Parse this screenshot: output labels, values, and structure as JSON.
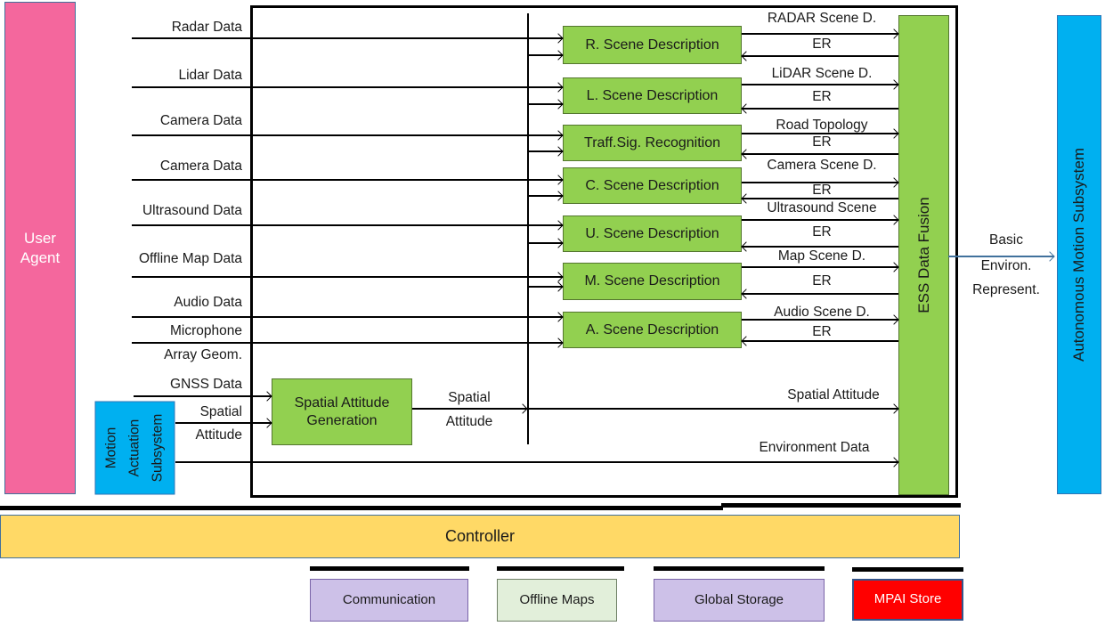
{
  "user_agent": {
    "line1": "User",
    "line2": "Agent"
  },
  "left_inputs": {
    "radar": "Radar Data",
    "lidar": "Lidar Data",
    "camera1": "Camera Data",
    "camera2": "Camera Data",
    "ultrasound": "Ultrasound Data",
    "offline_map": "Offline Map Data",
    "audio": "Audio Data",
    "microphone": "Microphone",
    "array_geom": "Array Geom.",
    "gnss": "GNSS Data",
    "spatial_line1": "Spatial",
    "spatial_line2": "Attitude"
  },
  "motion_actuation": {
    "word1": "Motion",
    "word2": "Actuation",
    "word3": "Subsystem"
  },
  "modules": {
    "radar": "R. Scene Description",
    "lidar": "L. Scene Description",
    "traffic": "Traff.Sig. Recognition",
    "camera": "C. Scene Description",
    "ultrasound": "U. Scene Description",
    "map": "M. Scene Description",
    "audio": "A. Scene Description",
    "spatial_attitude_generation": "Spatial Attitude Generation"
  },
  "sag_output": {
    "line1": "Spatial",
    "line2": "Attitude"
  },
  "fusion": {
    "label": "ESS Data Fusion"
  },
  "fusion_io": {
    "radar_scene": "RADAR Scene D.",
    "er_radar": "ER",
    "lidar_scene": "LiDAR Scene D.",
    "er_lidar": "ER",
    "road_topology": "Road Topology",
    "er_traffic": "ER",
    "camera_scene": "Camera Scene D.",
    "er_camera": "ER",
    "ultrasound_scene": "Ultrasound Scene",
    "er_ultrasound": "ER",
    "map_scene": "Map Scene D.",
    "er_map": "ER",
    "audio_scene": "Audio Scene D.",
    "er_audio": "ER",
    "spatial_attitude": "Spatial Attitude",
    "environment_data": "Environment Data"
  },
  "output": {
    "line1": "Basic",
    "line2": "Environ.",
    "line3": "Represent."
  },
  "autonomous_motion": {
    "label": "Autonomous Motion Subsystem"
  },
  "controller": {
    "label": "Controller"
  },
  "external": {
    "communication": "Communication",
    "offline_maps": "Offline Maps",
    "global_storage": "Global Storage",
    "mpai_store": "MPAI Store"
  },
  "colors": {
    "pink": "#F4679D",
    "blue": "#00B0F0",
    "green": "#92D050",
    "yellow": "#FFD966",
    "lavender": "#CDC1E8",
    "light_green": "#E2EFDA",
    "red": "#FF0000",
    "arrow_blue": "#41719C"
  }
}
